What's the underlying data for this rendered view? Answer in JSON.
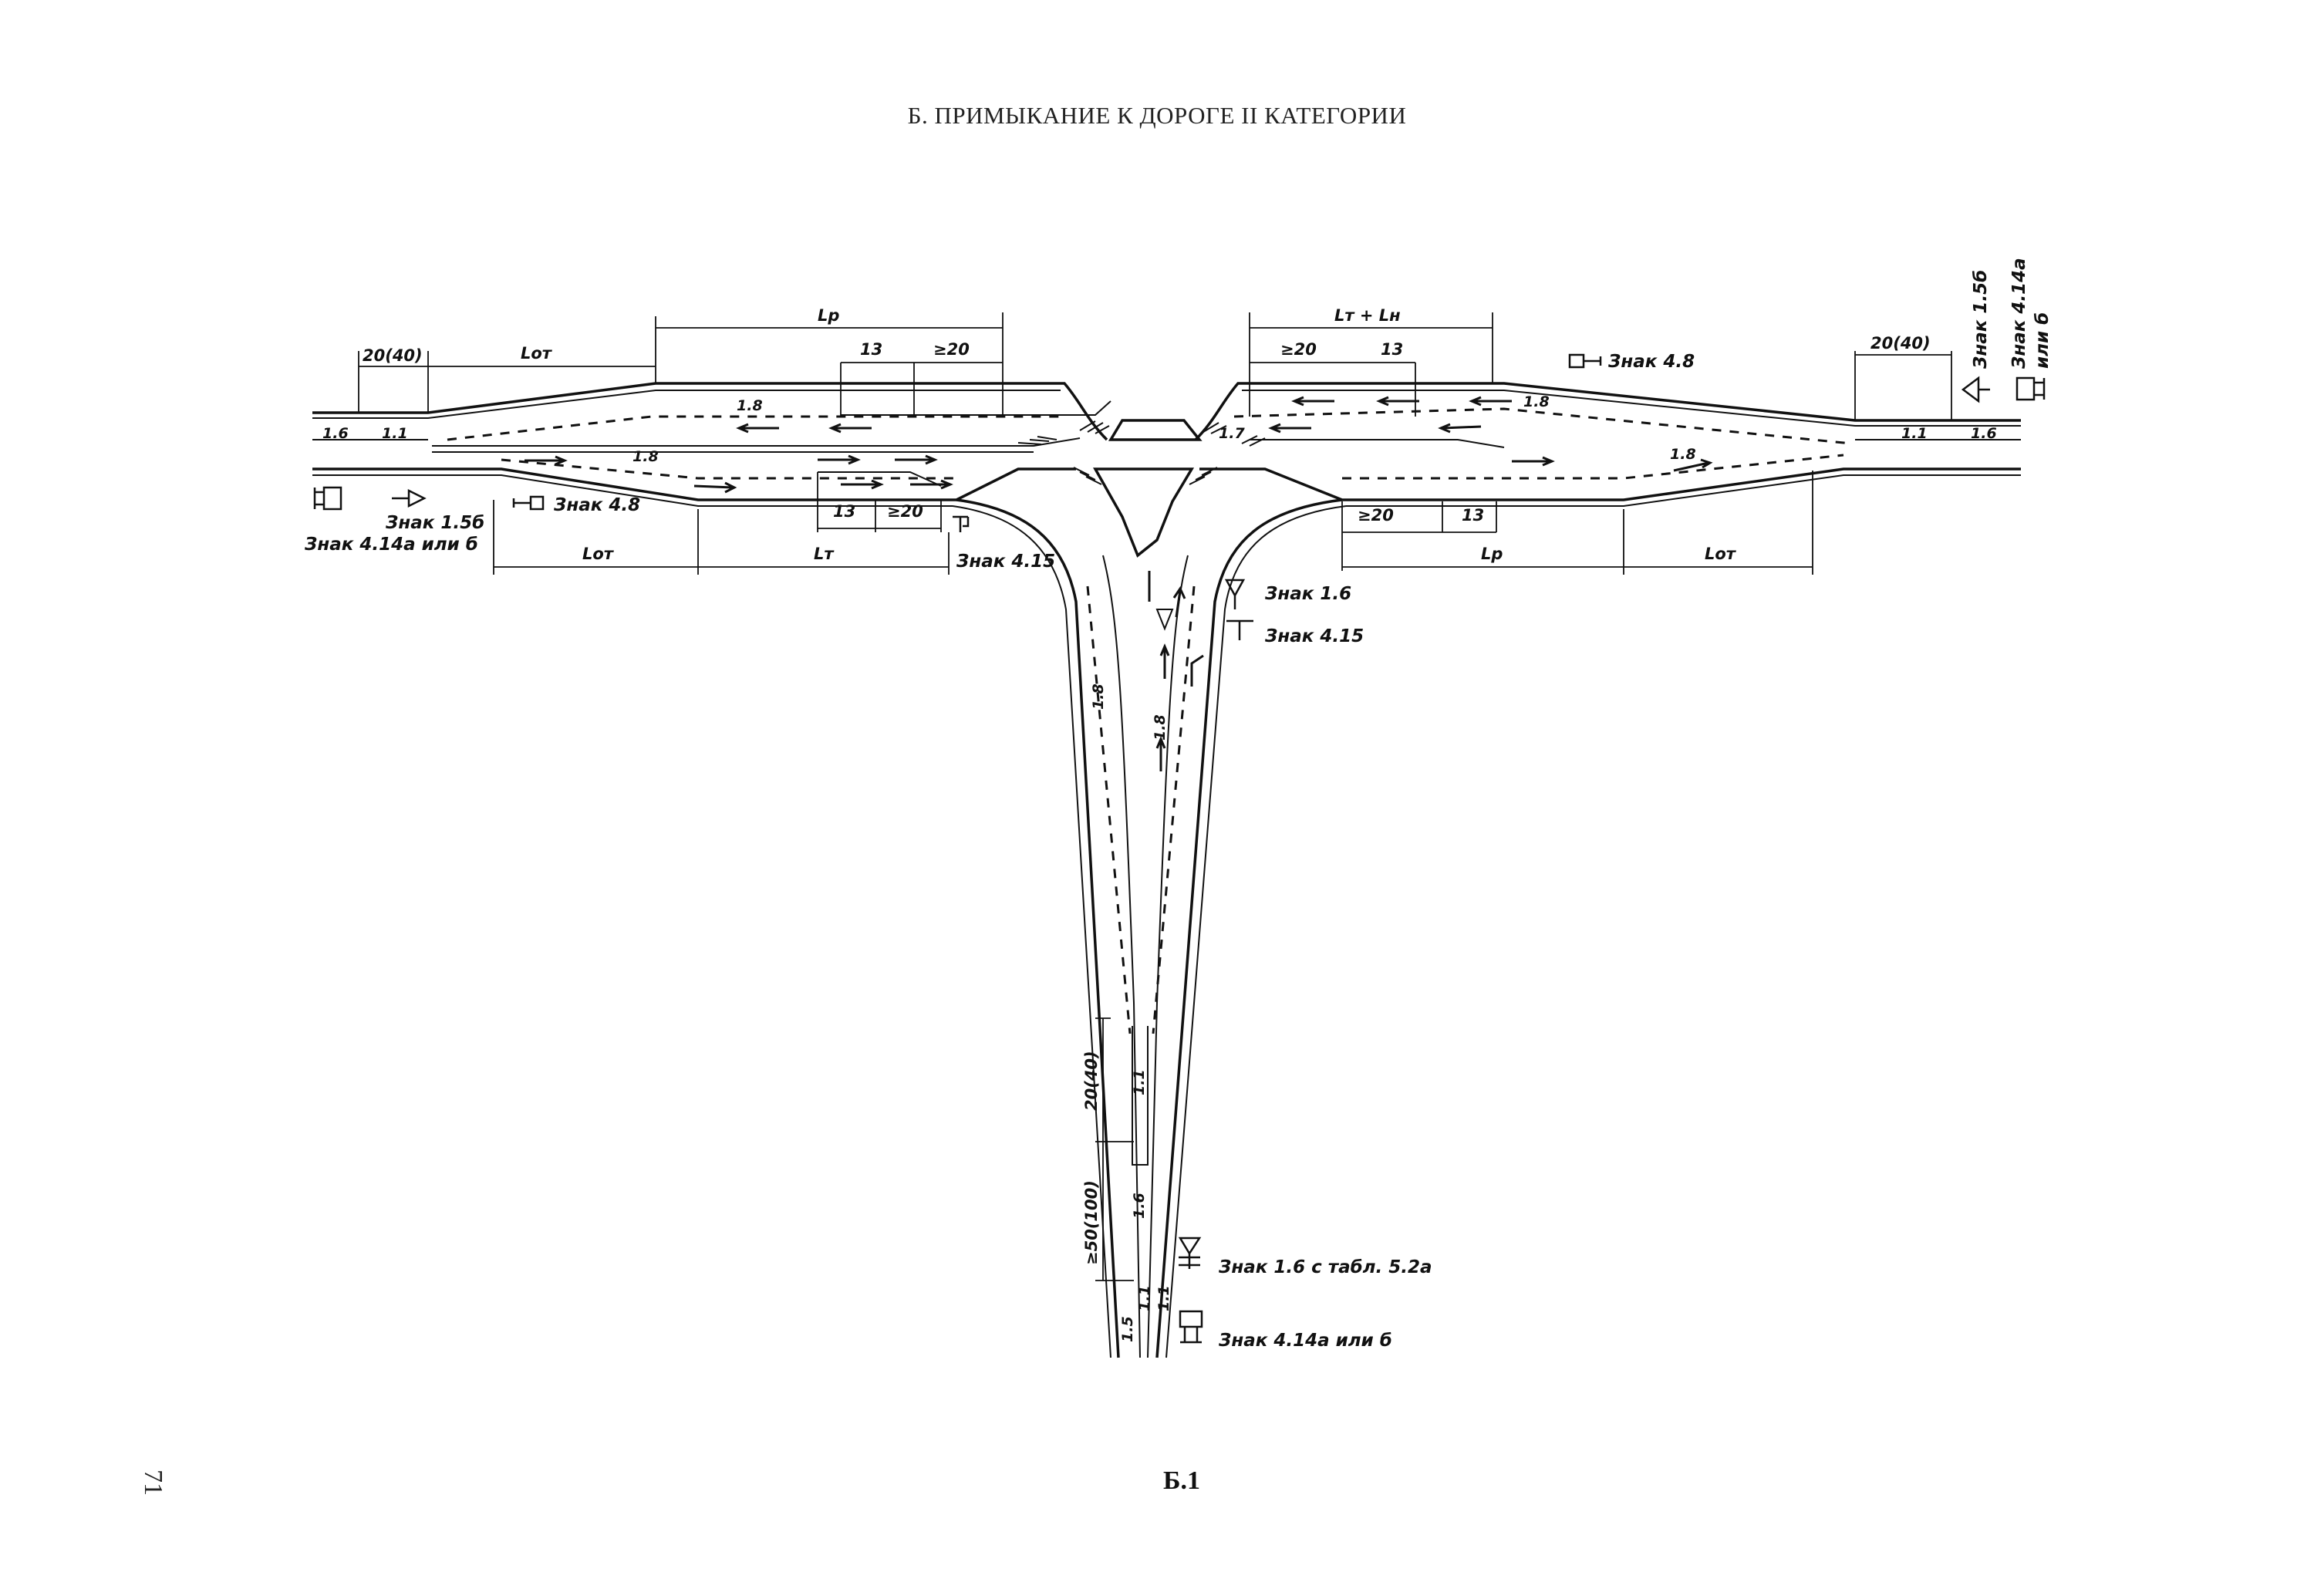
{
  "header": "Б. ПРИМЫКАНИЕ К ДОРОГЕ II КАТЕГОРИИ",
  "caption": "Б.1",
  "page_number": "71",
  "dimensions": {
    "d1": "20(40)",
    "d2": "Lот",
    "d3": "Lр",
    "d4": "13",
    "d5": "≥20",
    "d6": "Lт + Lн",
    "d7": "≥20",
    "d8": "13",
    "d9": "20(40)",
    "d10": "13",
    "d11": "≥20",
    "d12": "Lот",
    "d13": "Lт",
    "d14": "≥20",
    "d15": "13",
    "d16": "Lр",
    "d17": "Lот",
    "d18": "20(40)",
    "d19": "≥50(100)"
  },
  "markings": {
    "m1": "1.6",
    "m2": "1.1",
    "m3": "1.8",
    "m4": "1.7",
    "m5": "1.8",
    "m6": "1.1",
    "m7": "1.6",
    "m8": "1.8",
    "m9": "1.8",
    "m10": "1.8",
    "m11": "1.8",
    "m12": "1.1",
    "m13": "1.6",
    "m14": "1.5",
    "m15": "1.1",
    "m16": "1.1"
  },
  "signs": {
    "s1": "Знак 4.8",
    "s2": "Знак 1.5б",
    "s3": "Знак 4.14а",
    "s4": "или б",
    "s5": "Знак 1.5б",
    "s6": "Знак 4.14а или б",
    "s7": "Знак 4.8",
    "s8": "Знак 4.15",
    "s9": "Знак 1.6",
    "s10": "Знак 4.15",
    "s11": "Знак 1.6 с табл. 5.2а",
    "s12": "Знак 4.14а или б"
  }
}
